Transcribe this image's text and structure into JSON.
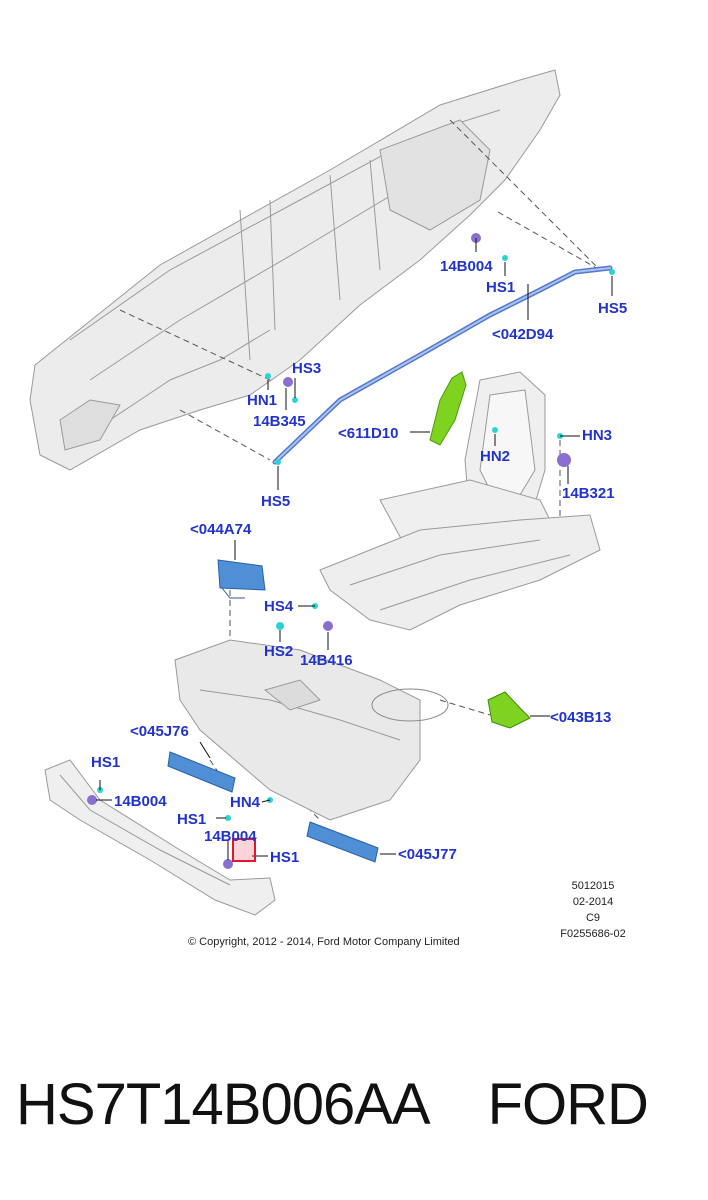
{
  "labels": {
    "b14b004_top": "14B004",
    "hs1_top": "HS1",
    "hs5_top": "HS5",
    "d042d94": "<042D94",
    "hs3": "HS3",
    "hn1": "HN1",
    "b14b345": "14B345",
    "d611d10": "<611D10",
    "hn2": "HN2",
    "hn3": "HN3",
    "b14b321": "14B321",
    "hs5_bottom": "HS5",
    "d044a74": "<044A74",
    "hs4": "HS4",
    "hs2": "HS2",
    "b14b416": "14B416",
    "d043b13": "<043B13",
    "d045j76": "<045J76",
    "hs1_left": "HS1",
    "b14b004_left": "14B004",
    "hn4": "HN4",
    "hs1_mid": "HS1",
    "b14b004_mid": "14B004",
    "hs1_bottom": "HS1",
    "d045j77": "<045J77"
  },
  "reference": {
    "line1": "5012015",
    "line2": "02-2014",
    "line3": "C9",
    "line4": "F0255686-02"
  },
  "copyright": "© Copyright, 2012 - 2014, Ford Motor Company Limited",
  "part_number": "HS7T14B006AA",
  "brand": "FORD",
  "colors": {
    "label": "#2233cc",
    "airbag_blue": "#4f8fd6",
    "airbag_green": "#7ed321",
    "highlight": "#e0182f",
    "clip_cyan": "#2ad4d4",
    "clip_purple": "#8a6fd1"
  }
}
